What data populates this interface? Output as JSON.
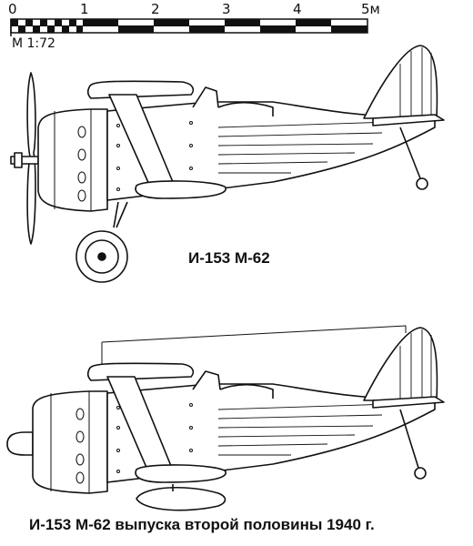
{
  "scale_bar": {
    "ticks": [
      "0",
      "1",
      "2",
      "3",
      "4",
      "5м"
    ],
    "ratio": "М 1:72"
  },
  "captions": {
    "top": "И-153 М-62",
    "bottom": "И-153 М-62 выпуска второй половины 1940 г."
  }
}
